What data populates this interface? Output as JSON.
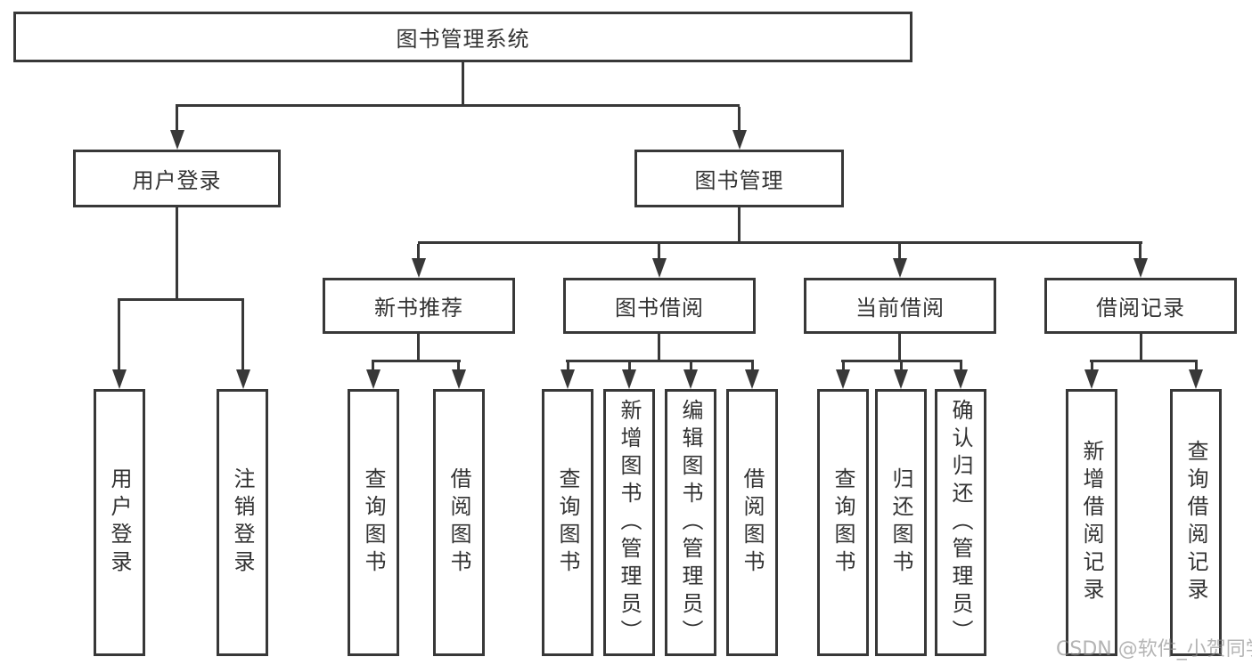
{
  "root": {
    "label": "图书管理系统"
  },
  "branches": [
    {
      "label": "用户登录",
      "children": [
        {
          "label": "用户登录"
        },
        {
          "label": "注销登录"
        }
      ]
    },
    {
      "label": "图书管理",
      "children": [
        {
          "label": "新书推荐",
          "children": [
            {
              "label": "查询图书"
            },
            {
              "label": "借阅图书"
            }
          ]
        },
        {
          "label": "图书借阅",
          "children": [
            {
              "label": "查询图书"
            },
            {
              "label": "新增图书（管理员）"
            },
            {
              "label": "编辑图书（管理员）"
            },
            {
              "label": "借阅图书"
            }
          ]
        },
        {
          "label": "当前借阅",
          "children": [
            {
              "label": "查询图书"
            },
            {
              "label": "归还图书"
            },
            {
              "label": "确认归还（管理员）"
            }
          ]
        },
        {
          "label": "借阅记录",
          "children": [
            {
              "label": "新增借阅记录"
            },
            {
              "label": "查询借阅记录"
            }
          ]
        }
      ]
    }
  ],
  "watermark": "CSDN @软件_小贺同学",
  "colors": {
    "line": "#383838",
    "text": "#333333",
    "background": "#ffffff",
    "watermark": "#8c8c8c"
  }
}
